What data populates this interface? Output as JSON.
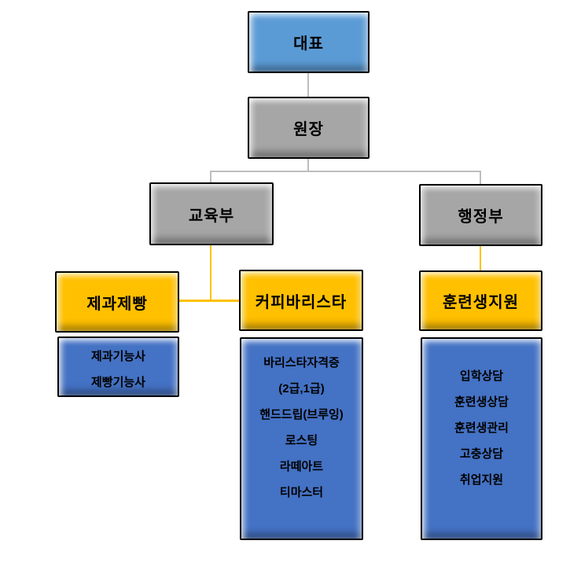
{
  "org": {
    "root": {
      "label": "대표"
    },
    "director": {
      "label": "원장"
    },
    "departments": [
      {
        "label": "교육부"
      },
      {
        "label": "행정부"
      }
    ],
    "teams": [
      {
        "label": "제과제빵",
        "items": [
          "제과기능사",
          "제빵기능사"
        ]
      },
      {
        "label": "커피바리스타",
        "items": [
          "바리스타자격증",
          "(2급,1급)",
          "핸드드립(브루잉)",
          "로스팅",
          "라떼아트",
          "티마스터"
        ]
      },
      {
        "label": "훈련생지원",
        "items": [
          "입학상담",
          "훈련생상담",
          "훈련생관리",
          "고충상담",
          "취업지원"
        ]
      }
    ]
  },
  "palette": {
    "root-fill": "#5B9BD5",
    "gray-fill": "#A6A6A6",
    "header-fill": "#FFC000",
    "body-fill": "#4472C4",
    "connector-gray": "#BDBDBD",
    "connector-yellow": "#FFC000",
    "border": "#000000",
    "text": "#000000",
    "background": "#FFFFFF"
  }
}
